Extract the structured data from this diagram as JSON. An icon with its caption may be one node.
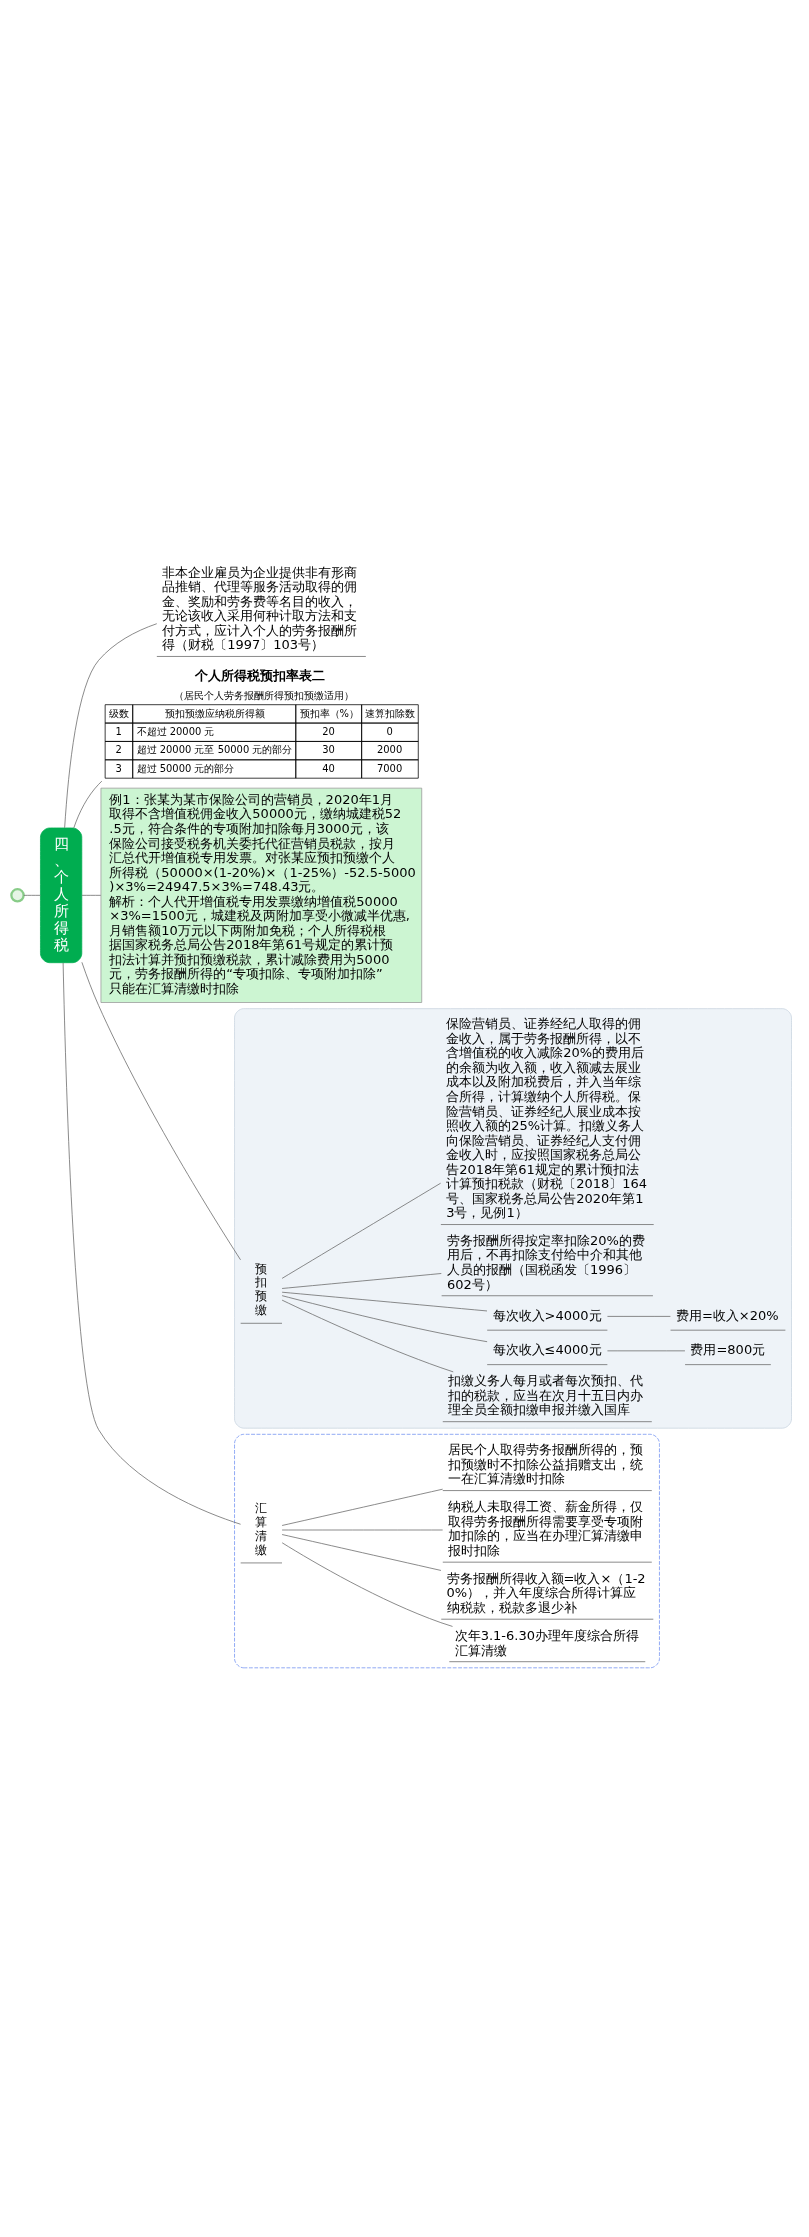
{
  "diagram": {
    "nodes": [
      {
        "text": [],
        "shape": "circle"
      },
      {
        "text": [
          "四、个人所得税"
        ]
      },
      {
        "text": [
          "非本企业雇员为企业提供非有形商品推销、代理等服务活动取得的佣金、奖励和劳务费等名目的收入，无论该收入采用何种计取方法和支付方式，应计入个人的劳务报酬所得（财税〔1997〕103号）"
        ]
      },
      {
        "text": [
          "个人所得税预扣率表二",
          "（居民个人劳务报酬所得预扣预缴适用）",
          "级数",
          "预扣预缴应纳税所得额",
          "预扣率（%）",
          "速算扣除数",
          "1",
          "不超过 20000 元",
          "20",
          "0",
          "2",
          "超过 20000 元至 50000 元的部分",
          "30",
          "2000",
          "3",
          "超过 50000 元的部分",
          "40",
          "7000"
        ]
      },
      {
        "text": [],
        "shape": "cloud"
      },
      {
        "text": [
          "预扣预缴"
        ],
        "in": 4
      },
      {
        "text": [
          "扣缴义务人每月或者每次预扣、代扣的税款，应当在次月十五日内办理全员全额扣缴申报并缴入国库"
        ],
        "in": 4
      },
      {
        "text": [
          "每次收入≤4000元"
        ],
        "in": 4
      },
      {
        "text": [
          "费用=800元"
        ],
        "in": 4
      },
      {
        "text": [
          "每次收入>4000元"
        ],
        "in": 4
      },
      {
        "text": [
          "费用=收入×20%"
        ],
        "in": 4
      },
      {
        "text": [
          "劳务报酬所得按定率扣除20%的费用后，不再扣除支付给中介和其他人员的报酬（国税函发〔1996〕 602号）"
        ],
        "in": 4
      },
      {
        "text": [
          "保险营销员、证券经纪人取得的佣金收入，属于劳务报酬所得，以不含增值税的收入减除20%的费用后的余额为收入额，收入额减去展业成本以及附加税费后，并入当年综合所得，计算缴纳个人所得税。保险营销员、证券经纪人展业成本按照收入额的25%计算。扣缴义务人向保险营销员、证券经纪人支付佣金收入时，应按照国家税务总局公告2018年第61规定的累计预扣法计算预扣税款（财税〔2018〕164号、国家税务总局公告2020年第13号，见例1）"
        ],
        "in": 4
      },
      {
        "text": [],
        "shape": "cloud"
      },
      {
        "text": [
          "汇算清缴"
        ],
        "in": 13
      },
      {
        "text": [
          "次年3.1-6.30办理年度综合所得汇算清缴"
        ],
        "in": 13
      },
      {
        "text": [
          "劳务报酬所得收入额=收入×（1-20%），并入年度综合所得计算应纳税款，税款多退少补"
        ],
        "in": 13
      },
      {
        "text": [
          "纳税人未取得工资、薪金所得，仅取得劳务报酬所得需要享受专项附加扣除的，应当在办理汇算清缴申报时扣除"
        ],
        "in": 13
      },
      {
        "text": [
          "居民个人取得劳务报酬所得的，预扣预缴时不扣除公益捐赠支出，统一在汇算清缴时扣除"
        ],
        "in": 13
      },
      {
        "text": [
          "例1：张某为某市保险公司的营销员，2020年1月取得不含增值税佣金收入50000元，缴纳城建税52.5元，符合条件的专项附加扣除每月3000元，该保险公司接受税务机关委托代征营销员税款，按月汇总代开增值税专用发票。对张某应预扣预缴个人所得税（50000×(1-20%)×（1-25%）-52.5-5000)×3%=24947.5×3%=748.43元。",
          "解析：个人代开增值税专用发票缴纳增值税50000×3%=1500元，城建税及两附加享受小微减半优惠,月销售额10万元以下两附加免税；个人所得税根据国家税务总局公告2018年第61号规定的累计预扣法计算并预扣预缴税款，累计减除费用为5000元，劳务报酬所得的“专项扣除、专项附加扣除”只能在汇算清缴时扣除"
        ]
      }
    ],
    "edges": [
      {
        "from": 0,
        "to": 1,
        "arrow": "none"
      },
      {
        "from": 1,
        "to": 2,
        "arrow": "none"
      },
      {
        "from": 1,
        "to": 3,
        "arrow": "none"
      },
      {
        "from": 1,
        "to": 5,
        "arrow": "none"
      },
      {
        "from": 5,
        "to": 6,
        "arrow": "none"
      },
      {
        "from": 5,
        "to": 7,
        "arrow": "none"
      },
      {
        "from": 7,
        "to": 8,
        "arrow": "none"
      },
      {
        "from": 5,
        "to": 9,
        "arrow": "none"
      },
      {
        "from": 9,
        "to": 10,
        "arrow": "none"
      },
      {
        "from": 5,
        "to": 11,
        "arrow": "none"
      },
      {
        "from": 5,
        "to": 12,
        "arrow": "none"
      },
      {
        "from": 1,
        "to": 14,
        "arrow": "none"
      },
      {
        "from": 14,
        "to": 15,
        "arrow": "none"
      },
      {
        "from": 14,
        "to": 16,
        "arrow": "none"
      },
      {
        "from": 14,
        "to": 17,
        "arrow": "none"
      },
      {
        "from": 14,
        "to": 18,
        "arrow": "none"
      },
      {
        "from": 1,
        "to": 19,
        "arrow": "none"
      }
    ]
  }
}
